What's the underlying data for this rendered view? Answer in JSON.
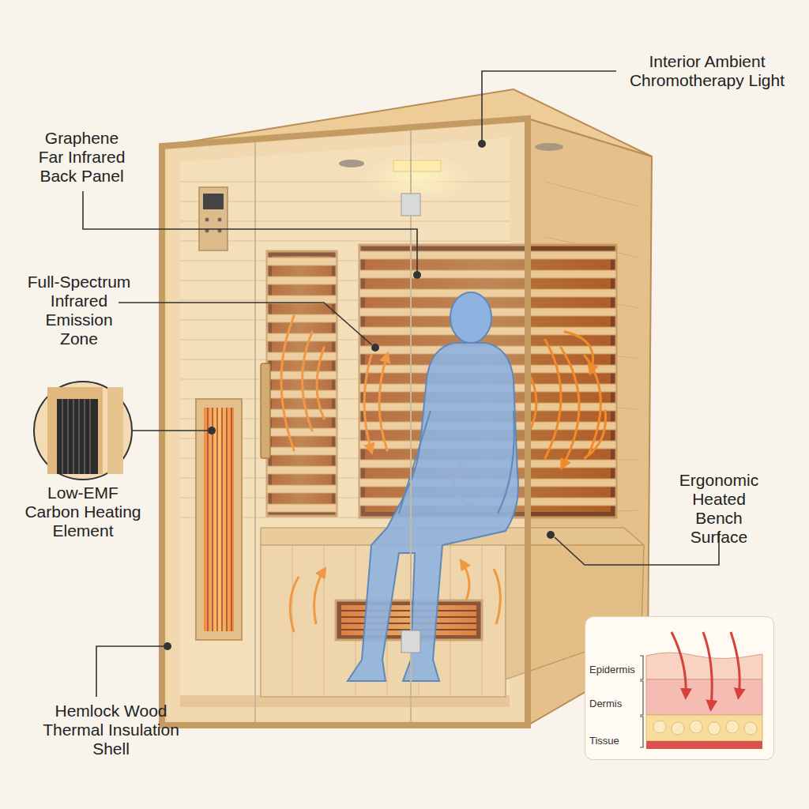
{
  "diagram": {
    "nodes": [
      {
        "text": [
          "Epidermis",
          "Dermis",
          "Tissue"
        ]
      }
    ],
    "labels": [
      "Interior Ambient Chromotherapy Light",
      "Graphene Far Infrared Back Panel",
      "Full-Spectrum Infrared Emission Zone",
      "Low-EMF Carbon Heating Element",
      "Ergonomic Heated Bench Surface",
      "Hemlock Wood Thermal Insulation Shell"
    ]
  }
}
